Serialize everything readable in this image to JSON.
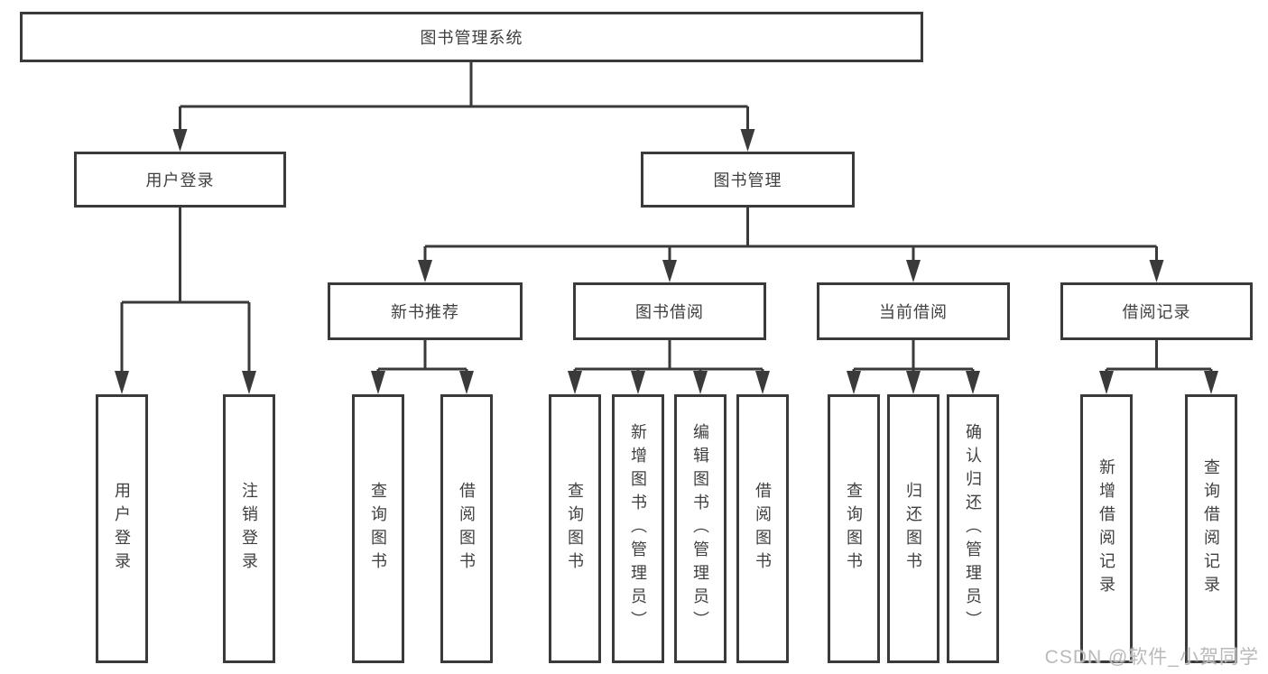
{
  "diagram_type": "hierarchy-tree",
  "colors": {
    "line": "#3a3a3a",
    "box_border": "#3a3a3a",
    "text": "#404040",
    "watermark": "#b9b9b9",
    "background": "#ffffff"
  },
  "tree": {
    "label": "图书管理系统",
    "children": [
      {
        "label": "用户登录",
        "children": [
          {
            "label": "用户登录"
          },
          {
            "label": "注销登录"
          }
        ]
      },
      {
        "label": "图书管理",
        "children": [
          {
            "label": "新书推荐",
            "children": [
              {
                "label": "查询图书"
              },
              {
                "label": "借阅图书"
              }
            ]
          },
          {
            "label": "图书借阅",
            "children": [
              {
                "label": "查询图书"
              },
              {
                "label": "新增图书（管理员）"
              },
              {
                "label": "编辑图书（管理员）"
              },
              {
                "label": "借阅图书"
              }
            ]
          },
          {
            "label": "当前借阅",
            "children": [
              {
                "label": "查询图书"
              },
              {
                "label": "归还图书"
              },
              {
                "label": "确认归还（管理员）"
              }
            ]
          },
          {
            "label": "借阅记录",
            "children": [
              {
                "label": "新增借阅记录"
              },
              {
                "label": "查询借阅记录"
              }
            ]
          }
        ]
      }
    ]
  },
  "watermark": {
    "text": "CSDN @软件_小贺同学"
  }
}
